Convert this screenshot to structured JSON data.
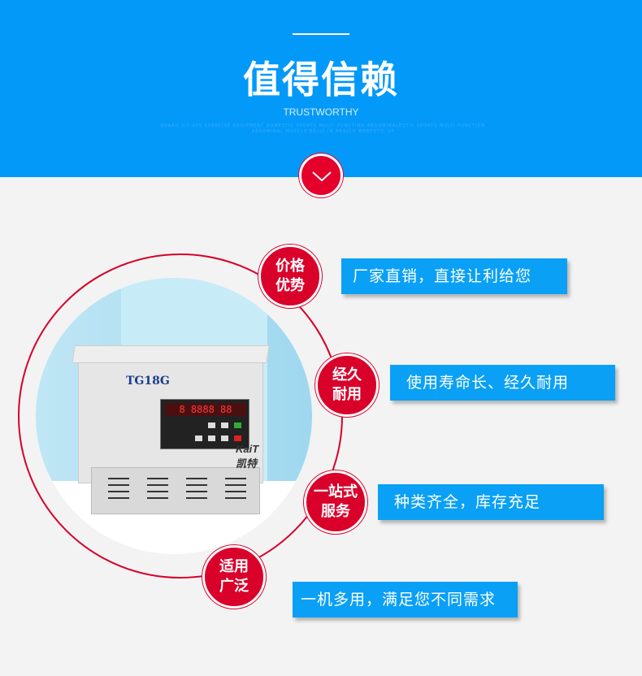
{
  "header": {
    "title": "值得信赖",
    "subtitle": "TRUSTWORTHY",
    "tagline": "BOARD SIT-UPS EXERCISE EQUIPMENT DOMESTIC SPORTS MULTI-FUNCTION ABDOMINALESTIC SPORTS MULTI-FUNCTION ABDOMINAL MUSCLE BELLY IN HEALTH WEBESTIC SP"
  },
  "product": {
    "model": "TG18G",
    "brand": "KaiT凯特",
    "display": "8 8888 88"
  },
  "features": [
    {
      "badge1": "价格",
      "badge2": "优势",
      "text": "厂家直销，直接让利给您"
    },
    {
      "badge1": "经久",
      "badge2": "耐用",
      "text": "使用寿命长、经久耐用"
    },
    {
      "badge1": "一站式",
      "badge2": "服务",
      "text": "种类齐全，库存充足"
    },
    {
      "badge1": "适用",
      "badge2": "广泛",
      "text": "一机多用，满足您不同需求"
    }
  ],
  "colors": {
    "blue": "#0399f9",
    "red": "#d9002a"
  }
}
